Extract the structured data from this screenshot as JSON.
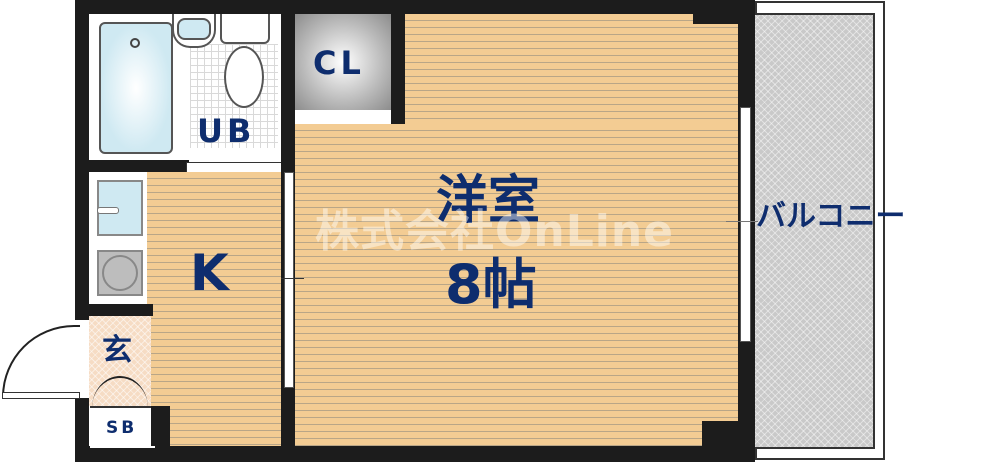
{
  "floor_plan": {
    "rooms": {
      "unit_bath": {
        "label": "UB"
      },
      "closet": {
        "label": "CL"
      },
      "western_room": {
        "label": "洋室",
        "size_label": "8帖"
      },
      "kitchen": {
        "label": "K"
      },
      "entrance": {
        "label": "玄"
      },
      "shoe_box": {
        "label": "SB"
      },
      "balcony": {
        "label": "バルコニー"
      }
    },
    "watermark": "株式会社OnLine",
    "colors": {
      "label_text": "#0e2d6e",
      "wall": "#1c1c1c",
      "wood_floor": "#f3cc93",
      "balcony_floor": "#c9c9c9",
      "bath_fixture": "#cfe9f2"
    }
  }
}
